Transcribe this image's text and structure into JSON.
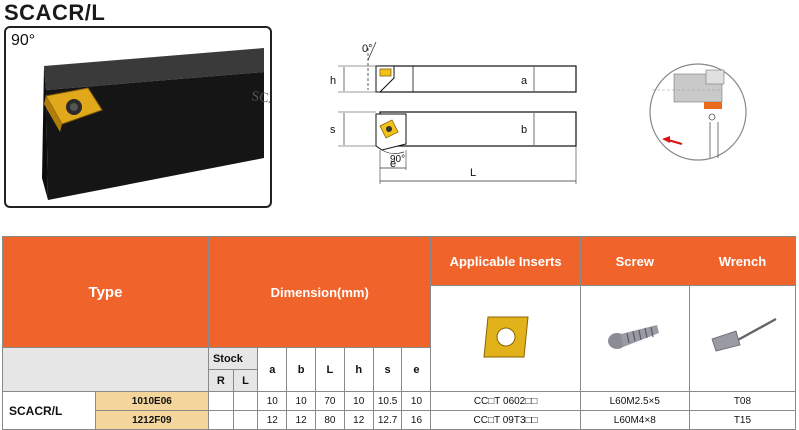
{
  "title": "SCACR/L",
  "photo": {
    "angle_label": "90°",
    "engraving": "SCA"
  },
  "diagram": {
    "top_angle": "0°",
    "label_h": "h",
    "label_a": "a",
    "label_s": "s",
    "label_b": "b",
    "bottom_angle": "90°",
    "label_e": "e",
    "label_L": "L"
  },
  "table": {
    "header_type": "Type",
    "header_dimension": "Dimension(mm)",
    "header_inserts": "Applicable Inserts",
    "header_screw": "Screw",
    "header_wrench": "Wrench",
    "stock_label": "Stock",
    "stock_cols": [
      "R",
      "L"
    ],
    "dim_cols": [
      "a",
      "b",
      "L",
      "h",
      "s",
      "e"
    ],
    "type_name": "SCACR/L",
    "rows": [
      {
        "model": "1010E06",
        "R": "",
        "L": "",
        "a": "10",
        "b": "10",
        "Len": "70",
        "h": "10",
        "s": "10.5",
        "e": "10",
        "insert": "CC□T 0602□□",
        "screw": "L60M2.5×5",
        "wrench": "T08"
      },
      {
        "model": "1212F09",
        "R": "",
        "L": "",
        "a": "12",
        "b": "12",
        "Len": "80",
        "h": "12",
        "s": "12.7",
        "e": "16",
        "insert": "CC□T 09T3□□",
        "screw": "L60M4×8",
        "wrench": "T15"
      }
    ]
  },
  "colors": {
    "header": "#f0632a",
    "model_cell": "#f4d69c",
    "insert_gold": "#e2a81b"
  }
}
